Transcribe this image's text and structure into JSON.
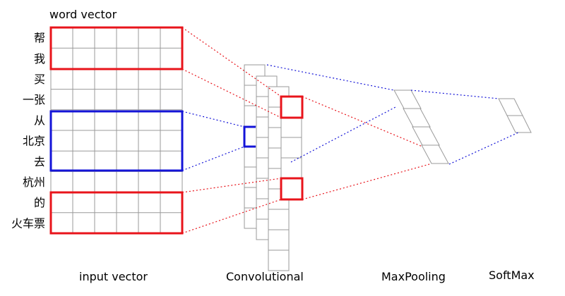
{
  "header": {
    "word_vector_label": "word vector"
  },
  "tokens": [
    "帮",
    "我",
    "买",
    "一张",
    "从",
    "北京",
    "去",
    "杭州",
    "的",
    "火车票"
  ],
  "stage_labels": {
    "input": "input vector",
    "conv": "Convolutional",
    "pool": "MaxPooling",
    "softmax": "SoftMax"
  },
  "colors": {
    "red": "#e8141b",
    "blue": "#1414d8",
    "grid": "#9a9a9a"
  }
}
